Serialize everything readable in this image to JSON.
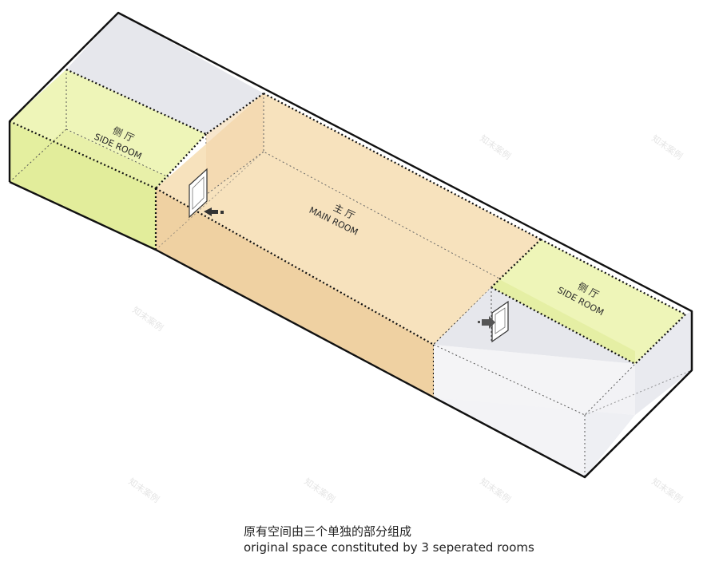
{
  "rooms": {
    "left_side_room": {
      "zh": "侧 厅",
      "en": "SIDE ROOM"
    },
    "main_room": {
      "zh": "主 厅",
      "en": "MAIN ROOM"
    },
    "right_side_room": {
      "zh": "侧 厅",
      "en": "SIDE ROOM"
    }
  },
  "caption": {
    "zh": "原有空间由三个单独的部分组成",
    "en": "original space constituted by 3 seperated rooms"
  },
  "watermark": "知末案例",
  "colors": {
    "side_room": "#eef5b8",
    "side_room_floor": "#dfeb96",
    "main_room": "#f6ddb3",
    "main_room_side": "#edcfa0",
    "grey_box": "#e6e7ec",
    "grey_box_side": "#eeeff3",
    "outline": "#111111"
  }
}
